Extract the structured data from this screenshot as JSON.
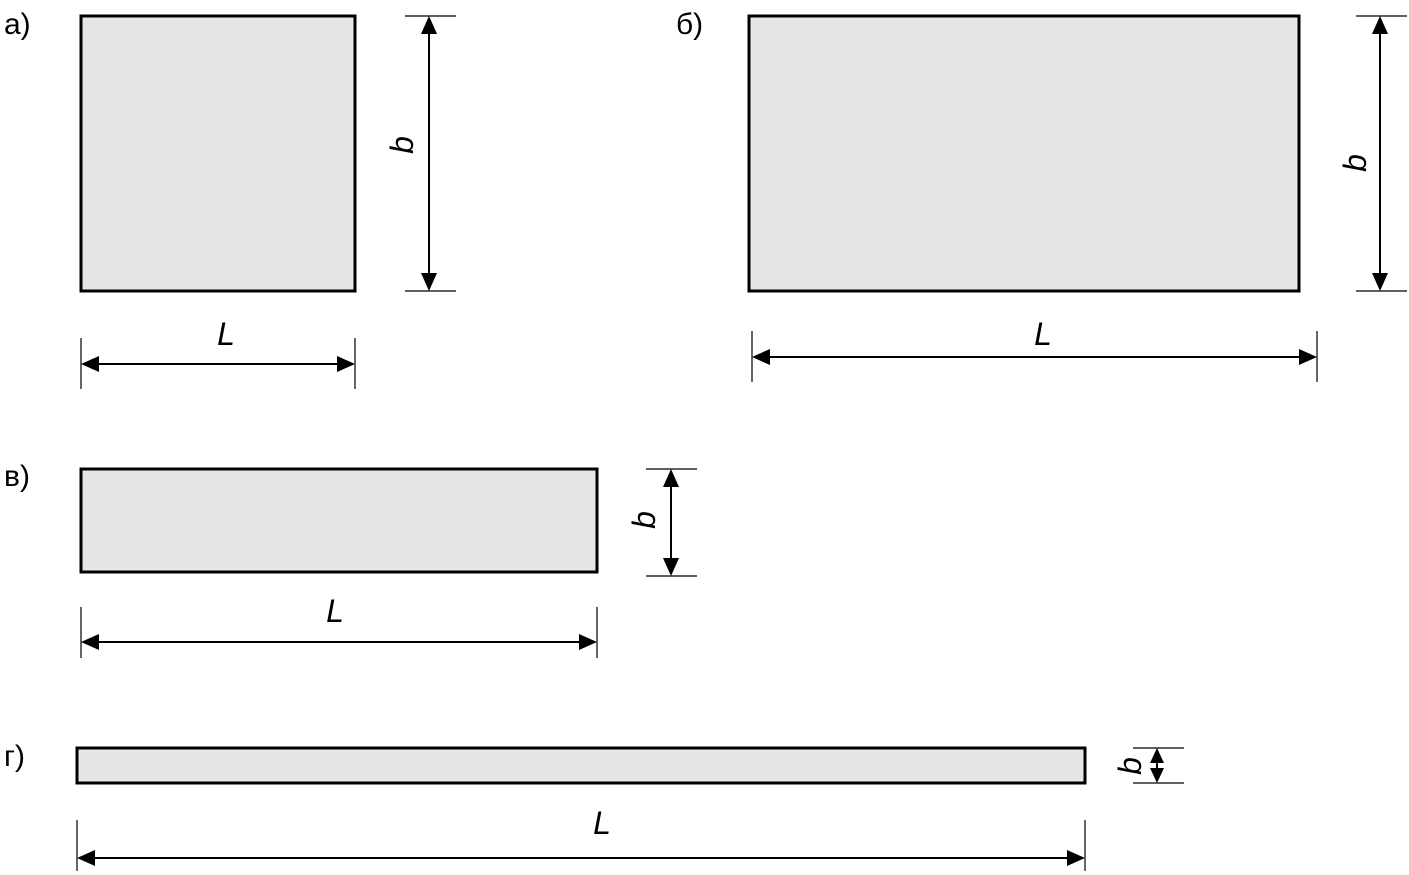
{
  "colors": {
    "plate_fill": "#e6e6e6",
    "stroke": "#000000",
    "background": "#ffffff"
  },
  "panels": [
    {
      "id": "a",
      "label": "а)",
      "length_label": "L",
      "width_label": "b"
    },
    {
      "id": "b",
      "label": "б)",
      "length_label": "L",
      "width_label": "b"
    },
    {
      "id": "v",
      "label": "в)",
      "length_label": "L",
      "width_label": "b"
    },
    {
      "id": "g",
      "label": "г)",
      "length_label": "L",
      "width_label": "b"
    }
  ]
}
